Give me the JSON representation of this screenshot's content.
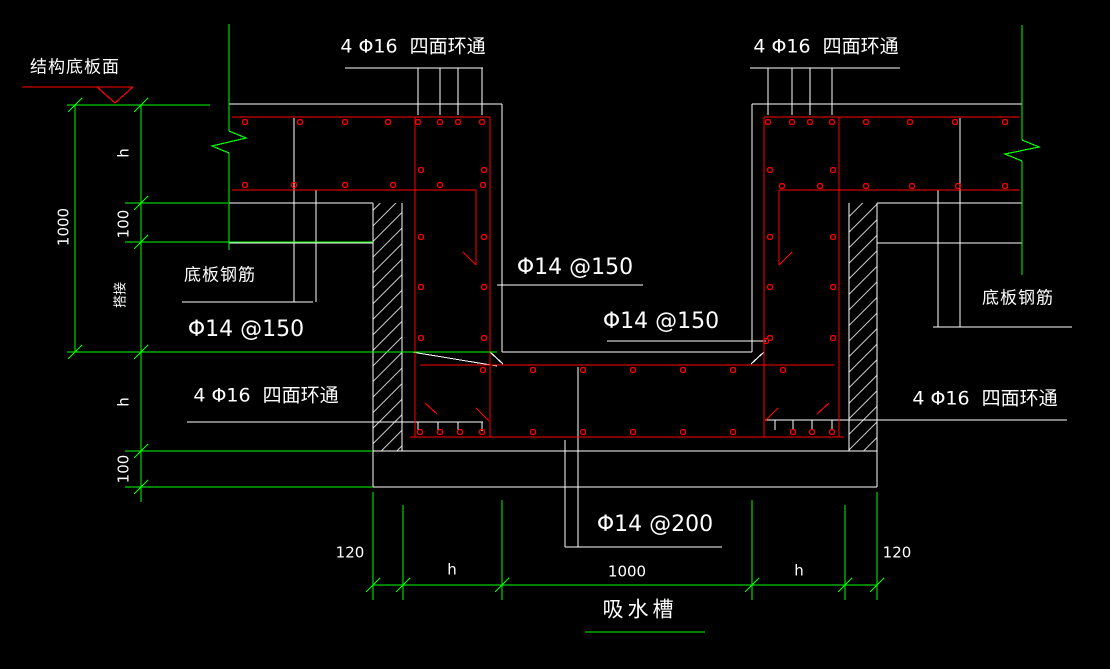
{
  "drawing": {
    "title": "吸水槽",
    "background": "#000000",
    "colors": {
      "outline": "#ffffff",
      "rebar": "#ff0000",
      "dimension": "#00ff00",
      "text": "#ffffff"
    },
    "annotations": {
      "level_marker": "结构底板面",
      "top_left_ring_bars": "4 Φ16  四面环通",
      "top_right_ring_bars": "4 Φ16  四面环通",
      "bottom_left_ring_bars": "4 Φ16  四面环通",
      "bottom_right_ring_bars": "4 Φ16  四面环通",
      "left_slab_rebar": "底板钢筋",
      "right_slab_rebar": "底板钢筋",
      "left_wall_bars": "Φ14 @150",
      "center_upper_bars": "Φ14 @150",
      "center_lower_bars": "Φ14 @150",
      "bottom_slab_bars": "Φ14 @200"
    },
    "dimensions": {
      "left_total": "1000",
      "left_chain": [
        "h",
        "100",
        "搭接",
        "h",
        "100"
      ],
      "bottom_chain": [
        "120",
        "h",
        "1000",
        "h",
        "120"
      ]
    }
  }
}
